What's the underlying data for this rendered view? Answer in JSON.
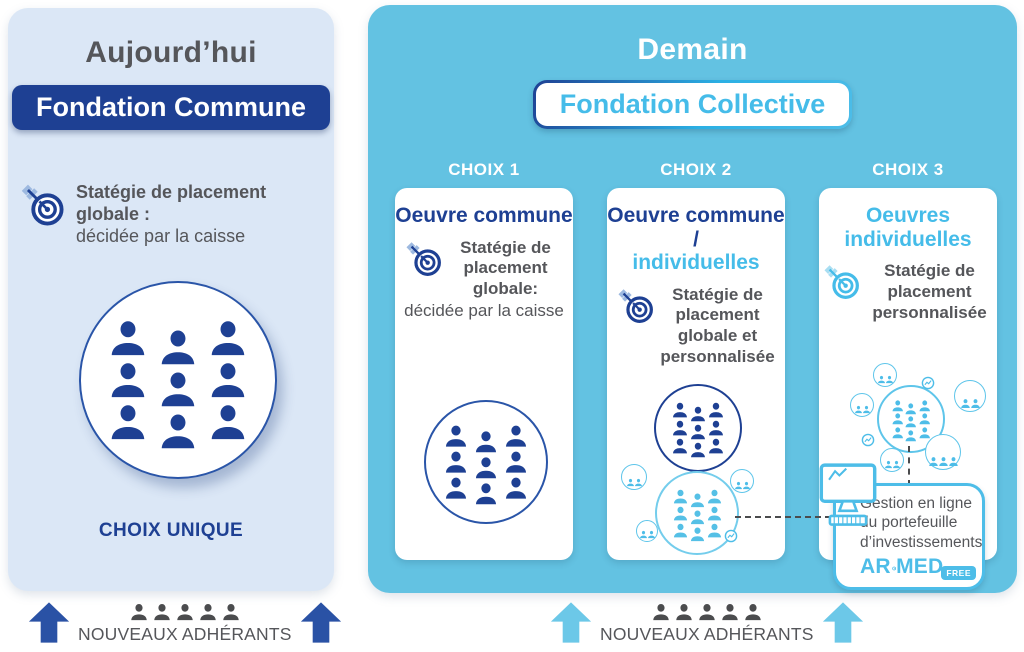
{
  "colors": {
    "left_panel_bg": "#dbe7f6",
    "right_panel_bg": "#63c2e2",
    "dark_blue": "#1e4093",
    "accent_light_blue": "#4dbde8",
    "text_gray": "#55565a",
    "arrow_dark_blue": "#2a52a5",
    "arrow_light_blue": "#6cc8e8",
    "people_dark_gray": "#4b4c4e",
    "card_bg": "#ffffff"
  },
  "icons": {
    "target-icon": "bullseye with dart",
    "person-icon": "head and shoulders silhouette",
    "up-arrow-icon": "solid upward block arrow",
    "monitor-icon": "desktop computer with chart line",
    "chart-icon": "small circle with trend line",
    "logo-ring-icon": "circular ring glyph in AROMED logo"
  },
  "left_panel": {
    "title": "Aujourd’hui",
    "badge": "Fondation Commune",
    "strategy_title": "Statégie de placement globale :",
    "strategy_detail": "décidée par la caisse",
    "members_count": 9,
    "footer_label": "CHOIX UNIQUE"
  },
  "right_panel": {
    "title": "Demain",
    "badge": "Fondation Collective",
    "choices": [
      {
        "label": "CHOIX 1",
        "title_primary": "Oeuvre commune",
        "strategy_title": "Statégie de placement globale:",
        "strategy_detail": "décidée par la caisse",
        "members_count": 9
      },
      {
        "label": "CHOIX 2",
        "title_primary": "Oeuvre commune /",
        "title_secondary": "individuelles",
        "strategy_title": "Statégie de placement globale et personnalisée",
        "members_count": 9,
        "individual_members_count": 9,
        "satellite_groups": [
          2,
          2,
          2
        ]
      },
      {
        "label": "CHOIX 3",
        "title_secondary": "Oeuvres individuelles",
        "strategy_title": "Statégie de placement personnalisée",
        "members_count": 9,
        "satellite_groups": [
          2,
          2,
          2,
          3,
          2
        ]
      }
    ],
    "callout": {
      "line1": "Gestion en ligne",
      "line2": "du portefeuille",
      "line3": "d’investissements",
      "logo_prefix": "AR",
      "logo_suffix": "MED",
      "logo_badge": "FREE"
    }
  },
  "footer_left": {
    "label": "NOUVEAUX ADHÉRANTS",
    "people_count": 5
  },
  "footer_right": {
    "label": "NOUVEAUX ADHÉRANTS",
    "people_count": 5
  }
}
